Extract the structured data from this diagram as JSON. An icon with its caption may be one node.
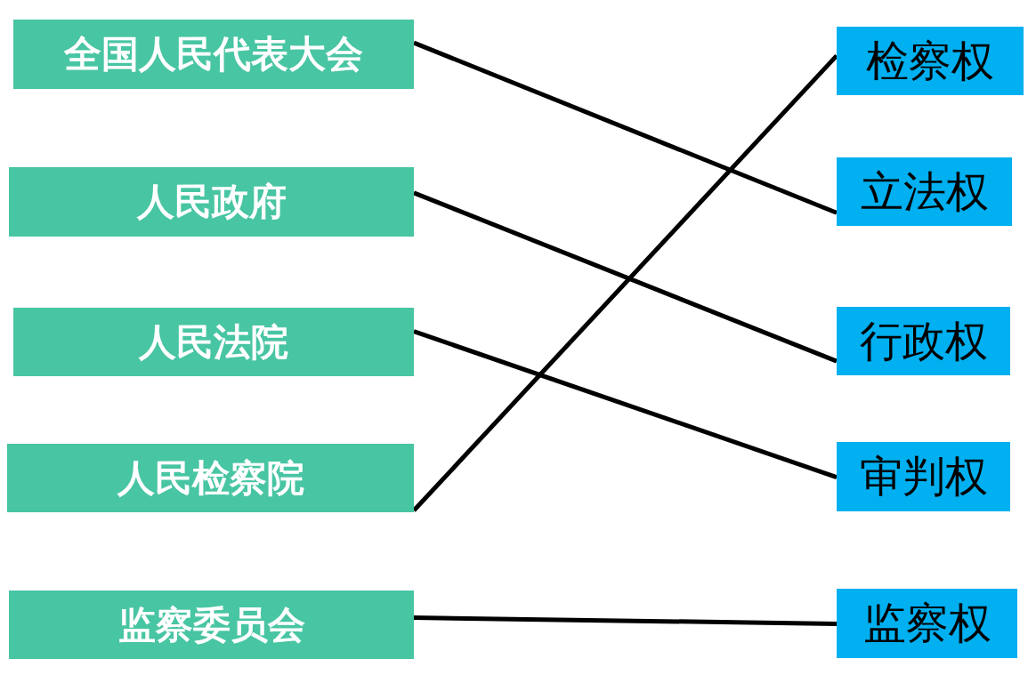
{
  "diagram": {
    "nodes": [
      {
        "text": [
          "全国人民代表大会"
        ]
      },
      {
        "text": [
          "人民政府"
        ]
      },
      {
        "text": [
          "人民法院"
        ]
      },
      {
        "text": [
          "人民检察院"
        ]
      },
      {
        "text": [
          "监察委员会"
        ]
      },
      {
        "text": [
          "检察权"
        ]
      },
      {
        "text": [
          "立法权"
        ]
      },
      {
        "text": [
          "行政权"
        ]
      },
      {
        "text": [
          "审判权"
        ]
      },
      {
        "text": [
          "监察权"
        ]
      }
    ],
    "edges": [
      {
        "from": 0,
        "to": 6,
        "arrow": "none"
      },
      {
        "from": 1,
        "to": 7,
        "arrow": "none"
      },
      {
        "from": 2,
        "to": 8,
        "arrow": "none"
      },
      {
        "from": 3,
        "to": 5,
        "arrow": "none"
      },
      {
        "from": 4,
        "to": 9,
        "arrow": "none"
      }
    ]
  }
}
